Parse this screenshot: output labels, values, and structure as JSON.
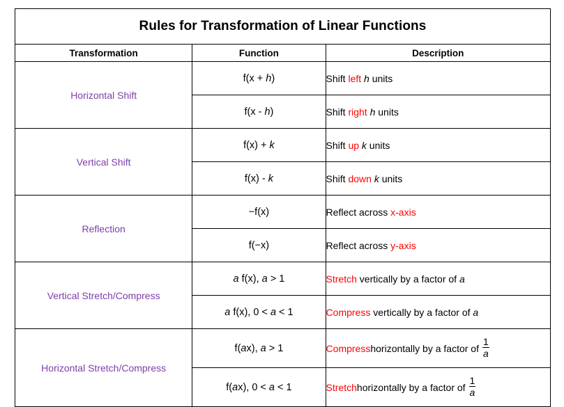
{
  "table": {
    "title": "Rules for Transformation of Linear Functions",
    "headers": {
      "transformation": "Transformation",
      "function": "Function",
      "description": "Description"
    },
    "colors": {
      "transformation_label": "#7B3FA8",
      "keyword_highlight": "#FF0000",
      "text": "#000000",
      "border": "#000000",
      "background": "#FFFFFF"
    },
    "groups": [
      {
        "label": "Horizontal Shift",
        "rows": [
          {
            "function_prefix": "f(x + ",
            "function_var": "h",
            "function_suffix": ")",
            "desc_before": "Shift ",
            "desc_keyword": "left",
            "desc_mid": " ",
            "desc_var": "h",
            "desc_after": " units"
          },
          {
            "function_prefix": "f(x  - ",
            "function_var": "h",
            "function_suffix": ")",
            "desc_before": "Shift ",
            "desc_keyword": "right",
            "desc_mid": " ",
            "desc_var": "h",
            "desc_after": " units"
          }
        ]
      },
      {
        "label": "Vertical Shift",
        "rows": [
          {
            "function_prefix": "f(x) + ",
            "function_var": "k",
            "function_suffix": "",
            "desc_before": "Shift ",
            "desc_keyword": "up",
            "desc_mid": " ",
            "desc_var": "k",
            "desc_after": " units"
          },
          {
            "function_prefix": "f(x) - ",
            "function_var": "k",
            "function_suffix": "",
            "desc_before": "Shift ",
            "desc_keyword": "down",
            "desc_mid": " ",
            "desc_var": "k",
            "desc_after": " units"
          }
        ]
      },
      {
        "label": "Reflection",
        "rows": [
          {
            "function_prefix": "−f(x)",
            "function_var": "",
            "function_suffix": "",
            "desc_before": "Reflect across ",
            "desc_keyword": "x-axis",
            "desc_mid": "",
            "desc_var": "",
            "desc_after": ""
          },
          {
            "function_prefix": "f(−x)",
            "function_var": "",
            "function_suffix": "",
            "desc_before": "Reflect across ",
            "desc_keyword": "y-axis",
            "desc_mid": "",
            "desc_var": "",
            "desc_after": ""
          }
        ]
      },
      {
        "label": "Vertical Stretch/Compress",
        "rows": [
          {
            "function_prefix": "",
            "function_var": "a",
            "function_suffix": " f(x), ",
            "function_var2": "a",
            "function_suffix2": " > 1",
            "desc_keyword": "Stretch",
            "desc_after": " vertically by a factor of ",
            "desc_var": "a"
          },
          {
            "function_prefix": "",
            "function_var": "a",
            "function_suffix": " f(x), 0 < ",
            "function_var2": "a",
            "function_suffix2": " < 1",
            "desc_keyword": "Compress",
            "desc_after": " vertically by a factor of ",
            "desc_var": "a"
          }
        ]
      },
      {
        "label": "Horizontal Stretch/Compress",
        "rows": [
          {
            "function_prefix": "f(",
            "function_var": "a",
            "function_suffix": "x), ",
            "function_var2": "a",
            "function_suffix2": " > 1",
            "desc_keyword": "Compress",
            "desc_after": " horizontally by a factor of ",
            "fraction": {
              "numerator": "1",
              "denominator": "a"
            }
          },
          {
            "function_prefix": "f(",
            "function_var": "a",
            "function_suffix": "x), 0 < ",
            "function_var2": "a",
            "function_suffix2": " < 1",
            "desc_keyword": "Stretch",
            "desc_after": " horizontally by a factor of ",
            "fraction": {
              "numerator": "1",
              "denominator": "a"
            }
          }
        ]
      }
    ]
  }
}
